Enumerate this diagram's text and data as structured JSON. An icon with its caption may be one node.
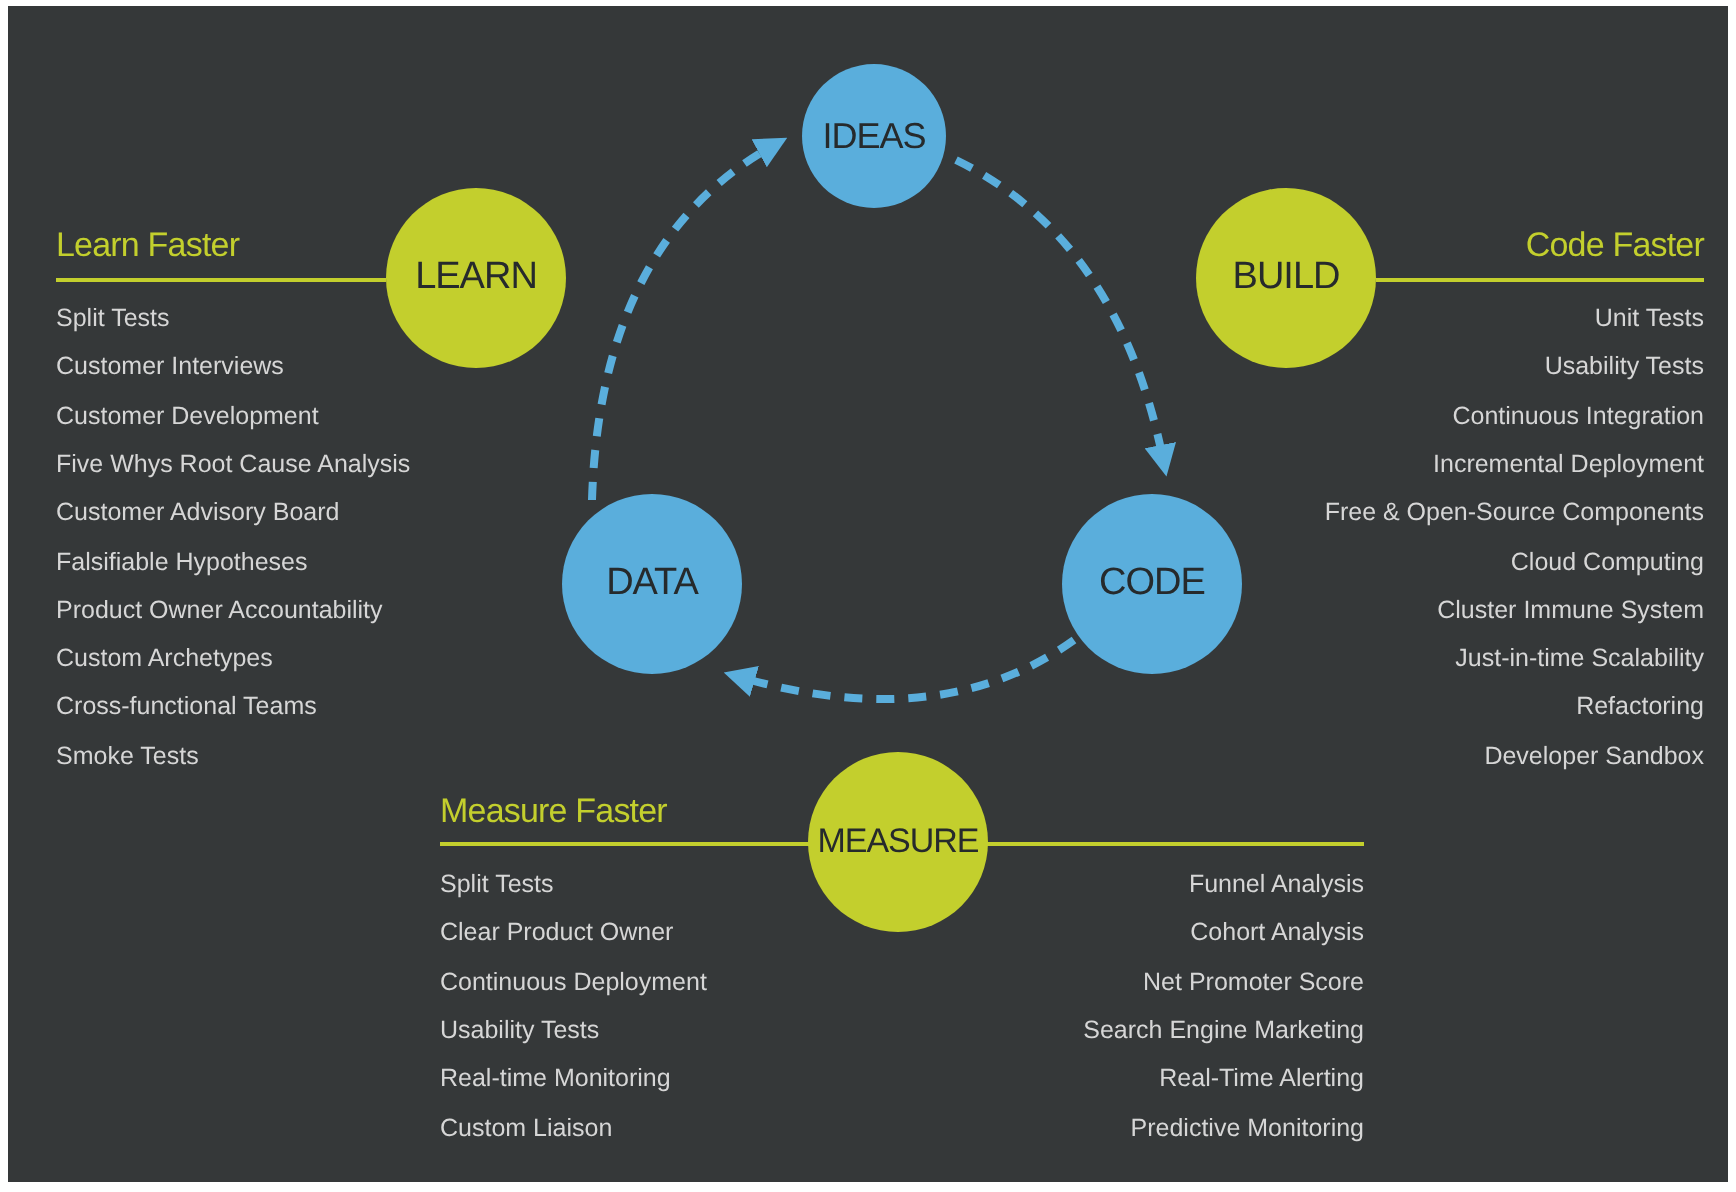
{
  "diagram": {
    "nodes": [
      {
        "text": [
          "IDEAS"
        ]
      },
      {
        "text": [
          "CODE"
        ]
      },
      {
        "text": [
          "DATA"
        ]
      },
      {
        "text": [
          "LEARN"
        ]
      },
      {
        "text": [
          "BUILD"
        ]
      },
      {
        "text": [
          "MEASURE"
        ]
      }
    ],
    "edges": [
      {
        "from": 0,
        "to": 1,
        "arrow": "to",
        "style": "dashed"
      },
      {
        "from": 1,
        "to": 2,
        "arrow": "to",
        "style": "dashed"
      },
      {
        "from": 2,
        "to": 0,
        "arrow": "to",
        "style": "dashed"
      }
    ],
    "labels": [
      "Learn Faster",
      "Code Faster",
      "Split Tests",
      "Customer Interviews",
      "Customer Development",
      "Five Whys Root Cause Analysis",
      "Customer Advisory Board",
      "Falsifiable Hypotheses",
      "Product Owner Accountability",
      "Custom Archetypes",
      "Cross-functional Teams",
      "Smoke Tests",
      "Unit Tests",
      "Usability Tests",
      "Continuous Integration",
      "Incremental Deployment",
      "Free & Open-Source Components",
      "Cloud Computing",
      "Cluster Immune System",
      "Just-in-time Scalability",
      "Refactoring",
      "Developer Sandbox",
      "Measure Faster",
      "Split Tests",
      "Clear Product Owner",
      "Continuous Deployment",
      "Usability Tests",
      "Real-time Monitoring",
      "Custom Liaison",
      "Funnel Analysis",
      "Cohort Analysis",
      "Net Promoter Score",
      "Search Engine Marketing",
      "Real-Time Alerting",
      "Predictive Monitoring"
    ]
  }
}
